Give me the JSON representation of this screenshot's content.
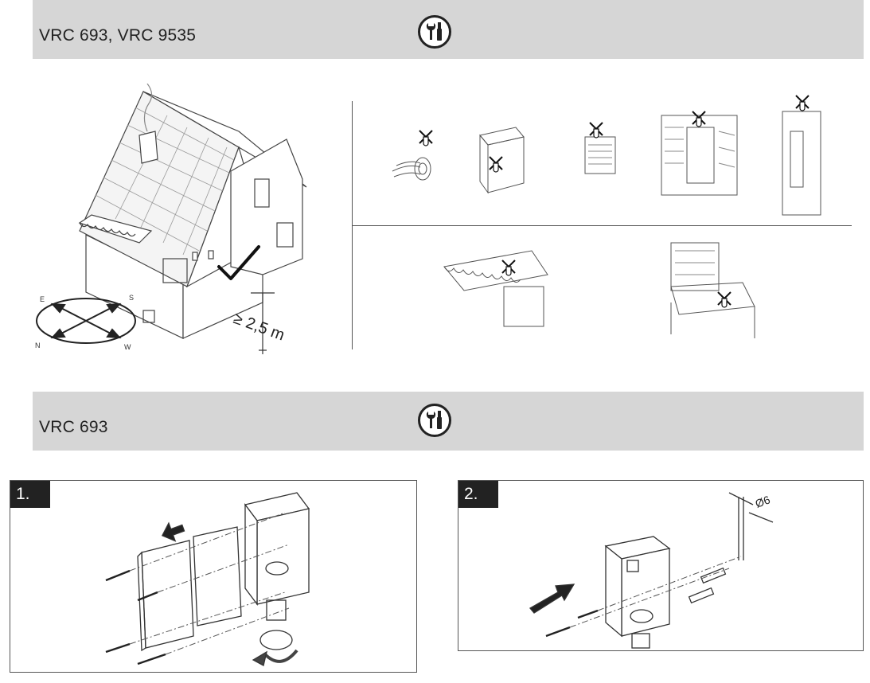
{
  "section1": {
    "title": "VRC 693, VRC 9535",
    "icon": "tools-icon"
  },
  "section2": {
    "title": "VRC 693",
    "icon": "tools-icon"
  },
  "house_figure": {
    "distance_label": "≥ 2,5 m",
    "compass": {
      "e": "E",
      "s": "S",
      "n": "N",
      "w": "W"
    }
  },
  "steps": [
    {
      "number": "1."
    },
    {
      "number": "2.",
      "drill_label": "Ø6"
    }
  ]
}
